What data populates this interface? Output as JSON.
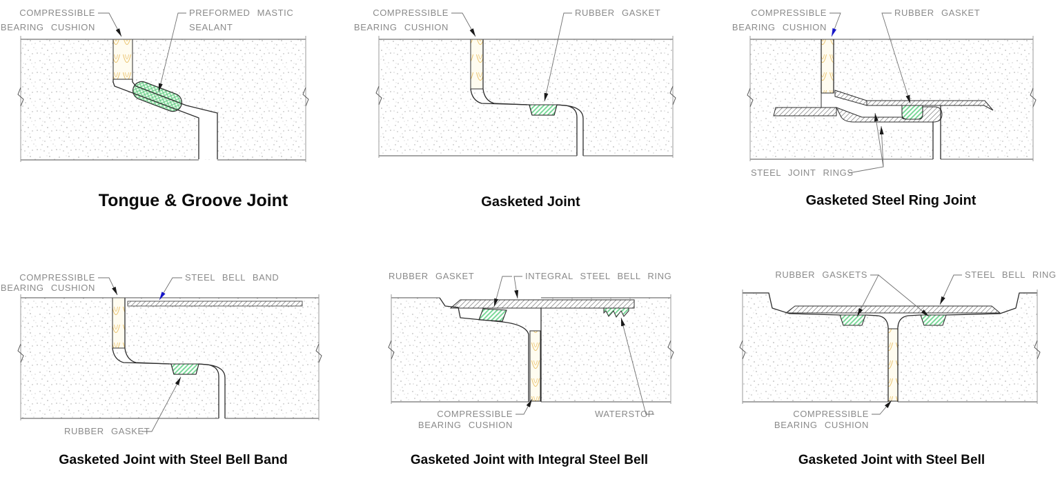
{
  "figure": {
    "colors": {
      "label_text": "#8a8a8a",
      "leader_line": "#6f6f6f",
      "arrow_black": "#1a1a1a",
      "arrow_blue": "#1616c8",
      "cushion_grain": "#eac36e",
      "gasket_green": "#79d898",
      "mastic_green": "#62cb83",
      "steel_hatch": "#8f8f8f",
      "concrete_speck": "#a6a6a6",
      "outline": "#2b2b2b",
      "title_text": "#0a0a0a"
    },
    "panels": [
      {
        "id": "tongue-groove",
        "title": "Tongue & Groove Joint",
        "labels": {
          "cushion_line1": "COMPRESSIBLE",
          "cushion_line2": "BEARING CUSHION",
          "sealant_line1": "PREFORMED MASTIC",
          "sealant_line2": "SEALANT"
        }
      },
      {
        "id": "gasketed",
        "title": "Gasketed Joint",
        "labels": {
          "cushion_line1": "COMPRESSIBLE",
          "cushion_line2": "BEARING CUSHION",
          "gasket": "RUBBER GASKET"
        }
      },
      {
        "id": "gasketed-steel-ring",
        "title": "Gasketed Steel Ring Joint",
        "labels": {
          "cushion_line1": "COMPRESSIBLE",
          "cushion_line2": "BEARING CUSHION",
          "gasket": "RUBBER GASKET",
          "rings": "STEEL JOINT RINGS"
        }
      },
      {
        "id": "steel-bell-band",
        "title": "Gasketed Joint with Steel Bell Band",
        "labels": {
          "cushion_line1": "COMPRESSIBLE",
          "cushion_line2": "BEARING CUSHION",
          "band": "STEEL BELL BAND",
          "gasket": "RUBBER GASKET"
        }
      },
      {
        "id": "integral-steel-bell",
        "title": "Gasketed Joint with Integral Steel Bell",
        "labels": {
          "gasket": "RUBBER GASKET",
          "ring": "INTEGRAL STEEL BELL RING",
          "cushion_line1": "COMPRESSIBLE",
          "cushion_line2": "BEARING CUSHION",
          "waterstop": "WATERSTOP"
        }
      },
      {
        "id": "steel-bell",
        "title": "Gasketed Joint with Steel Bell",
        "labels": {
          "gaskets": "RUBBER GASKETS",
          "ring": "STEEL BELL RING",
          "cushion_line1": "COMPRESSIBLE",
          "cushion_line2": "BEARING CUSHION"
        }
      }
    ]
  }
}
